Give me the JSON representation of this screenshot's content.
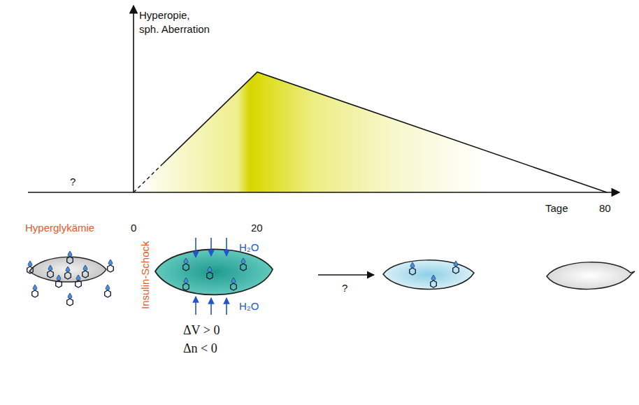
{
  "diagram": {
    "labels": [
      "Hyperopie, sph. Aberration",
      "?",
      "Hyperglykämie",
      "0",
      "20",
      "Tage",
      "80",
      "Insulin-Schock",
      "H₂O",
      "H₂O",
      "ΔV > 0",
      "Δn < 0",
      "?"
    ]
  }
}
